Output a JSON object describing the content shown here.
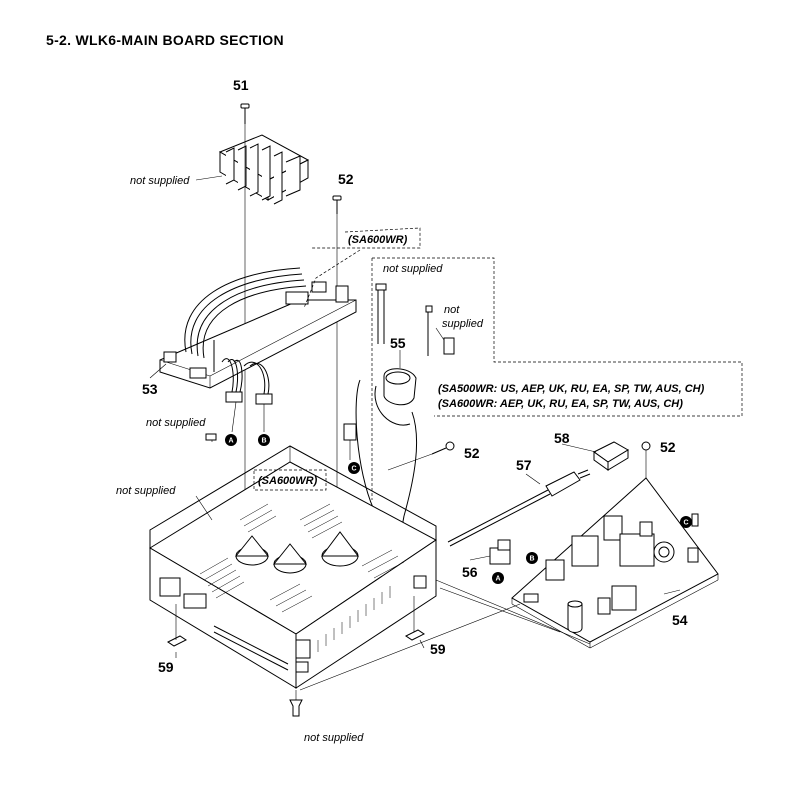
{
  "title": "5-2.   WLK6-MAIN BOARD SECTION",
  "part_numbers": {
    "p51": "51",
    "p52a": "52",
    "p52b": "52",
    "p52c": "52",
    "p53": "53",
    "p54": "54",
    "p55": "55",
    "p56": "56",
    "p57": "57",
    "p58": "58",
    "p59a": "59",
    "p59b": "59"
  },
  "notes": {
    "not_supplied_heatsink": "not supplied",
    "not_supplied_harness": "not supplied",
    "not_supplied_right_line1": "not",
    "not_supplied_right_line2": "supplied",
    "not_supplied_left": "not supplied",
    "not_supplied_chassis": "not supplied",
    "not_supplied_screw": "not supplied"
  },
  "model_labels": {
    "sa600_top": "(SA600WR)",
    "sa600_chassis": "(SA600WR)",
    "sa500_regions": "(SA500WR: US, AEP, UK, RU, EA, SP, TW, AUS, CH)",
    "sa600_regions": "(SA600WR: AEP, UK, RU, EA, SP, TW, AUS, CH)"
  },
  "connector_markers": {
    "a1": "A",
    "b1": "B",
    "c1": "C",
    "a2": "A",
    "b2": "B",
    "c2": "C"
  }
}
